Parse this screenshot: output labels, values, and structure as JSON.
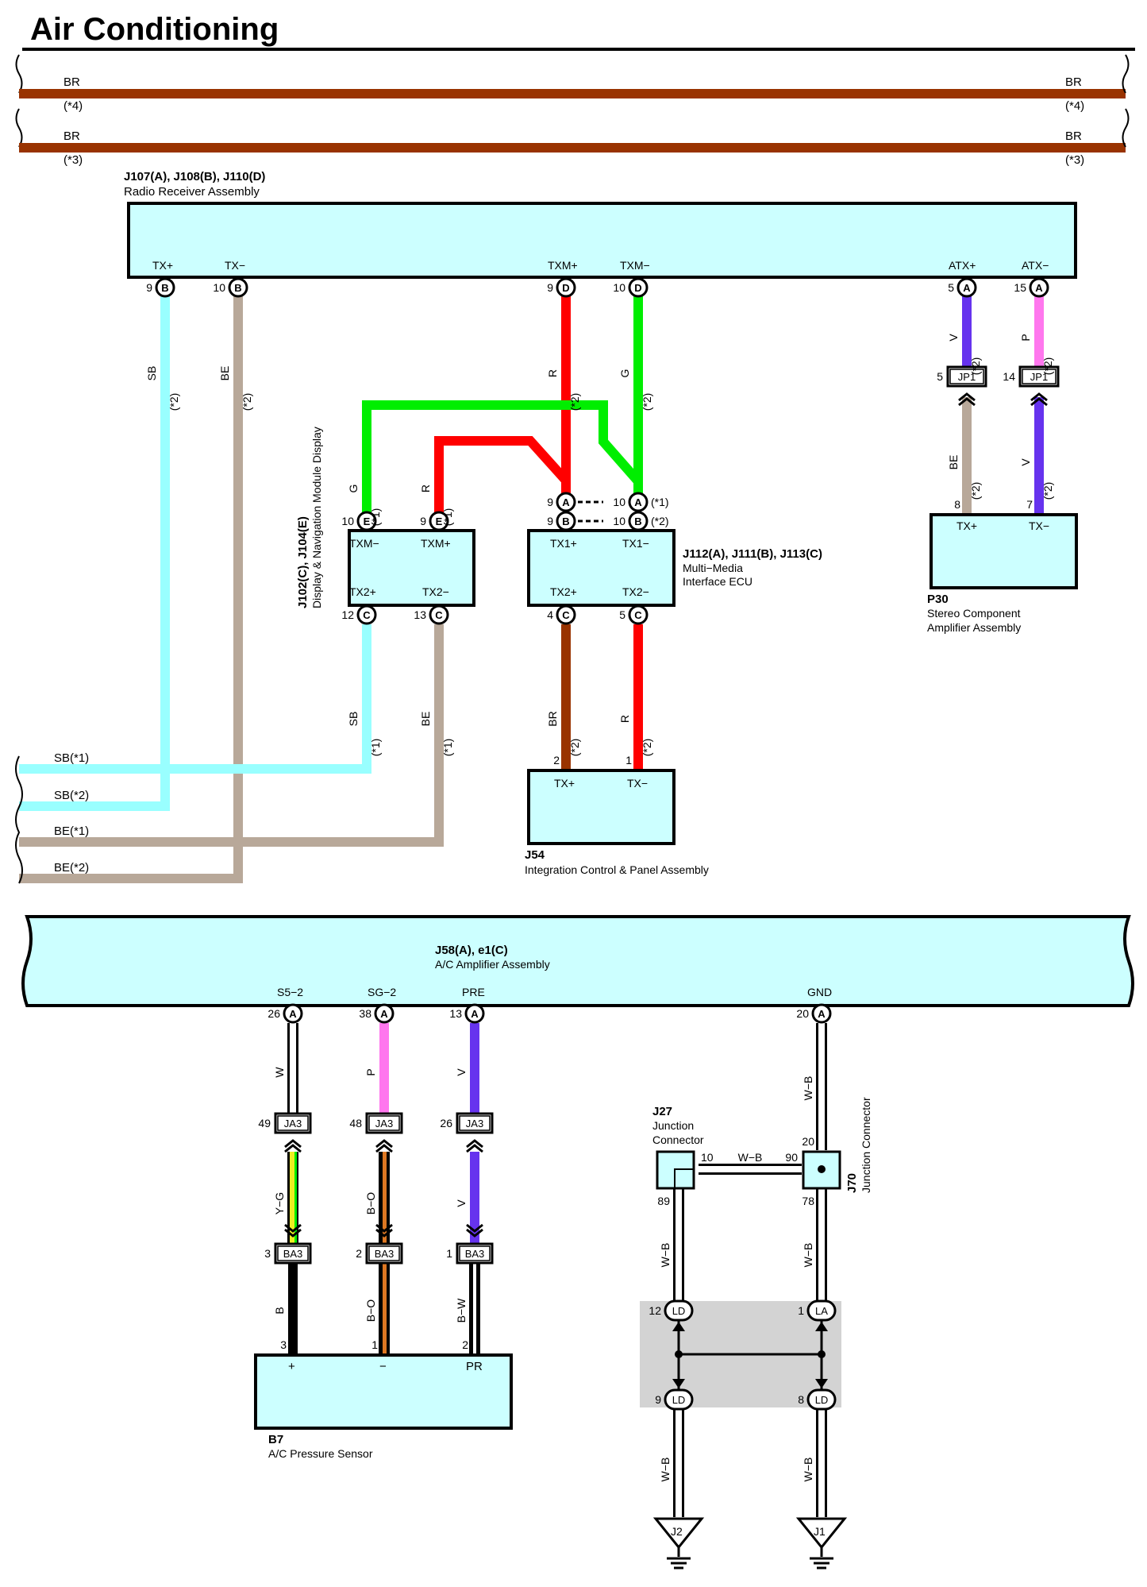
{
  "colors": {
    "BR": "#993300",
    "SB": "#99ffff",
    "BE": "#b8a899",
    "R": "#ff0000",
    "G": "#00ee00",
    "V": "#6633ee",
    "P": "#ff77ee",
    "W": "#ffffff",
    "B": "#000000",
    "Y": "#eeee22",
    "O": "#dd7722",
    "box": "#ccffff",
    "splice": "#d3d3d3"
  },
  "title": "Air Conditioning",
  "top_buses": [
    {
      "color": "BR",
      "left_label": "BR",
      "right_label": "BR",
      "left_note": "(*4)",
      "right_note": "(*4)"
    },
    {
      "color": "BR",
      "left_label": "BR",
      "right_label": "BR",
      "left_note": "(*3)",
      "right_note": "(*3)"
    }
  ],
  "components": {
    "radio": {
      "code": "J107(A), J108(B), J110(D)",
      "name": "Radio Receiver Assembly",
      "pins": [
        "TX+",
        "TX−",
        "TXM+",
        "TXM−",
        "ATX+",
        "ATX−"
      ]
    },
    "display": {
      "code": "J102(C), J104(E)",
      "name": "Display & Navigation Module Display",
      "pins": [
        "TXM−",
        "TXM+",
        "TX2+",
        "TX2−"
      ]
    },
    "mm_ecu": {
      "code": "J112(A), J111(B), J113(C)",
      "name1": "Multi−Media",
      "name2": "Interface ECU",
      "pins": [
        "TX1+",
        "TX1−",
        "TX2+",
        "TX2−"
      ]
    },
    "amp": {
      "code": "P30",
      "name1": "Stereo Component",
      "name2": "Amplifier Assembly",
      "pins": [
        "TX+",
        "TX−"
      ]
    },
    "panel": {
      "code": "J54",
      "name": "Integration Control & Panel Assembly",
      "pins": [
        "TX+",
        "TX−"
      ]
    },
    "ac_amp": {
      "code": "J58(A), e1(C)",
      "name": "A/C Amplifier Assembly",
      "pins": [
        "S5−2",
        "SG−2",
        "PRE",
        "GND"
      ]
    },
    "sensor": {
      "code": "B7",
      "name": "A/C Pressure Sensor",
      "pins": [
        "+",
        "−",
        "PR"
      ]
    },
    "j27": {
      "code": "J27",
      "name1": "Junction",
      "name2": "Connector"
    },
    "j70": {
      "code": "J70",
      "name": "Junction Connector"
    }
  },
  "pins": {
    "p9B": {
      "num": "9",
      "letter": "B"
    },
    "p10B": {
      "num": "10",
      "letter": "B"
    },
    "p9D": {
      "num": "9",
      "letter": "D"
    },
    "p10D": {
      "num": "10",
      "letter": "D"
    },
    "p5A": {
      "num": "5",
      "letter": "A"
    },
    "p15A": {
      "num": "15",
      "letter": "A"
    },
    "p10E": {
      "num": "10",
      "letter": "E"
    },
    "p9E": {
      "num": "9",
      "letter": "E"
    },
    "p12C": {
      "num": "12",
      "letter": "C"
    },
    "p13C": {
      "num": "13",
      "letter": "C"
    },
    "p9A": {
      "num": "9",
      "letter": "A"
    },
    "p10A": {
      "num": "10",
      "letter": "A",
      "note": "(*1)"
    },
    "p9Bm": {
      "num": "9",
      "letter": "B"
    },
    "p10Bm": {
      "num": "10",
      "letter": "B",
      "note": "(*2)"
    },
    "p4C": {
      "num": "4",
      "letter": "C"
    },
    "p5C": {
      "num": "5",
      "letter": "C"
    },
    "p26A": {
      "num": "26",
      "letter": "A"
    },
    "p38A": {
      "num": "38",
      "letter": "A"
    },
    "p13A": {
      "num": "13",
      "letter": "A"
    },
    "p20A": {
      "num": "20",
      "letter": "A"
    }
  },
  "plain_pins": {
    "amp_tx_p": "8",
    "amp_tx_m": "7",
    "panel_tx_p": "2",
    "panel_tx_m": "1",
    "sensor_p": "3",
    "sensor_m": "1",
    "sensor_pr": "2",
    "j27_10": "10",
    "j27_89": "89",
    "j70_90": "90",
    "j70_20": "20",
    "j70_78": "78"
  },
  "connectors": {
    "jp1_a": {
      "code": "JP1",
      "pin": "5"
    },
    "jp1_b": {
      "code": "JP1",
      "pin": "14"
    },
    "ja3_a": {
      "code": "JA3",
      "pin": "49"
    },
    "ja3_b": {
      "code": "JA3",
      "pin": "48"
    },
    "ja3_c": {
      "code": "JA3",
      "pin": "26"
    },
    "ba3_a": {
      "code": "BA3",
      "pin": "3"
    },
    "ba3_b": {
      "code": "BA3",
      "pin": "2"
    },
    "ba3_c": {
      "code": "BA3",
      "pin": "1"
    },
    "ld12": {
      "code": "LD",
      "pin": "12"
    },
    "la1": {
      "code": "LA",
      "pin": "1"
    },
    "ld9": {
      "code": "LD",
      "pin": "9"
    },
    "ld8": {
      "code": "LD",
      "pin": "8"
    }
  },
  "wire_labels": {
    "sb2": {
      "color": "SB",
      "note": "(*2)"
    },
    "be2": {
      "color": "BE",
      "note": "(*2)"
    },
    "r2": {
      "color": "R",
      "note": "(*2)"
    },
    "g2": {
      "color": "G",
      "note": "(*2)"
    },
    "v2": {
      "color": "V",
      "note": "(*2)"
    },
    "p2": {
      "color": "P",
      "note": "(*2)"
    },
    "be2b": {
      "color": "BE",
      "note": "(*2)"
    },
    "v2b": {
      "color": "V",
      "note": "(*2)"
    },
    "g1": {
      "color": "G",
      "note": "(*1)"
    },
    "r1": {
      "color": "R",
      "note": "(*1)"
    },
    "sb1": {
      "color": "SB",
      "note": "(*1)"
    },
    "be1": {
      "color": "BE",
      "note": "(*1)"
    },
    "br2": {
      "color": "BR",
      "note": "(*2)"
    },
    "r2b": {
      "color": "R",
      "note": "(*2)"
    },
    "w": {
      "color": "W"
    },
    "p": {
      "color": "P"
    },
    "v": {
      "color": "V"
    },
    "yg": {
      "color": "Y−G"
    },
    "bo": {
      "color": "B−O"
    },
    "vb": {
      "color": "V"
    },
    "b": {
      "color": "B"
    },
    "bo2": {
      "color": "B−O"
    },
    "bw": {
      "color": "B−W"
    },
    "wb1": {
      "color": "W−B"
    },
    "wb2": {
      "color": "W−B"
    },
    "wb3": {
      "color": "W−B"
    },
    "wb4": {
      "color": "W−B"
    },
    "wb5": {
      "color": "W−B"
    },
    "wb_h": {
      "color": "W−B"
    }
  },
  "left_bus_labels": [
    "SB(*1)",
    "SB(*2)",
    "BE(*1)",
    "BE(*2)"
  ],
  "grounds": {
    "j2": "J2",
    "j1": "J1"
  }
}
